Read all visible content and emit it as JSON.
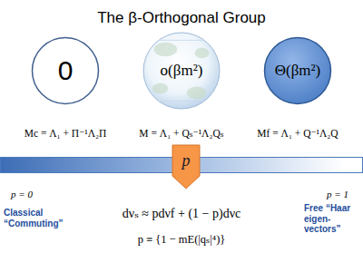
{
  "diagram": {
    "title": "The β-Orthogonal Group",
    "nodes": [
      {
        "text": [
          "0"
        ]
      },
      {
        "text": [
          "o(βm²)"
        ]
      },
      {
        "text": [
          "Θ(βm²)"
        ]
      },
      {
        "text": [
          "p"
        ]
      }
    ],
    "labels": [
      "Mc = Λ₁ + Π⁻¹Λ₂Π",
      "M = Λ₁ + Qₛ⁻¹Λ₂Qₛ",
      "Mf = Λ₁ + Q⁻¹Λ₂Q",
      "p = 0",
      "p = 1",
      "Classical “Commuting”",
      "dνₛ ≈ pdνf + (1 − p)dνc",
      "Free “Haar eigen-vectors”",
      "p ≡ {1 − mE(|qₛ|⁴)}"
    ]
  }
}
